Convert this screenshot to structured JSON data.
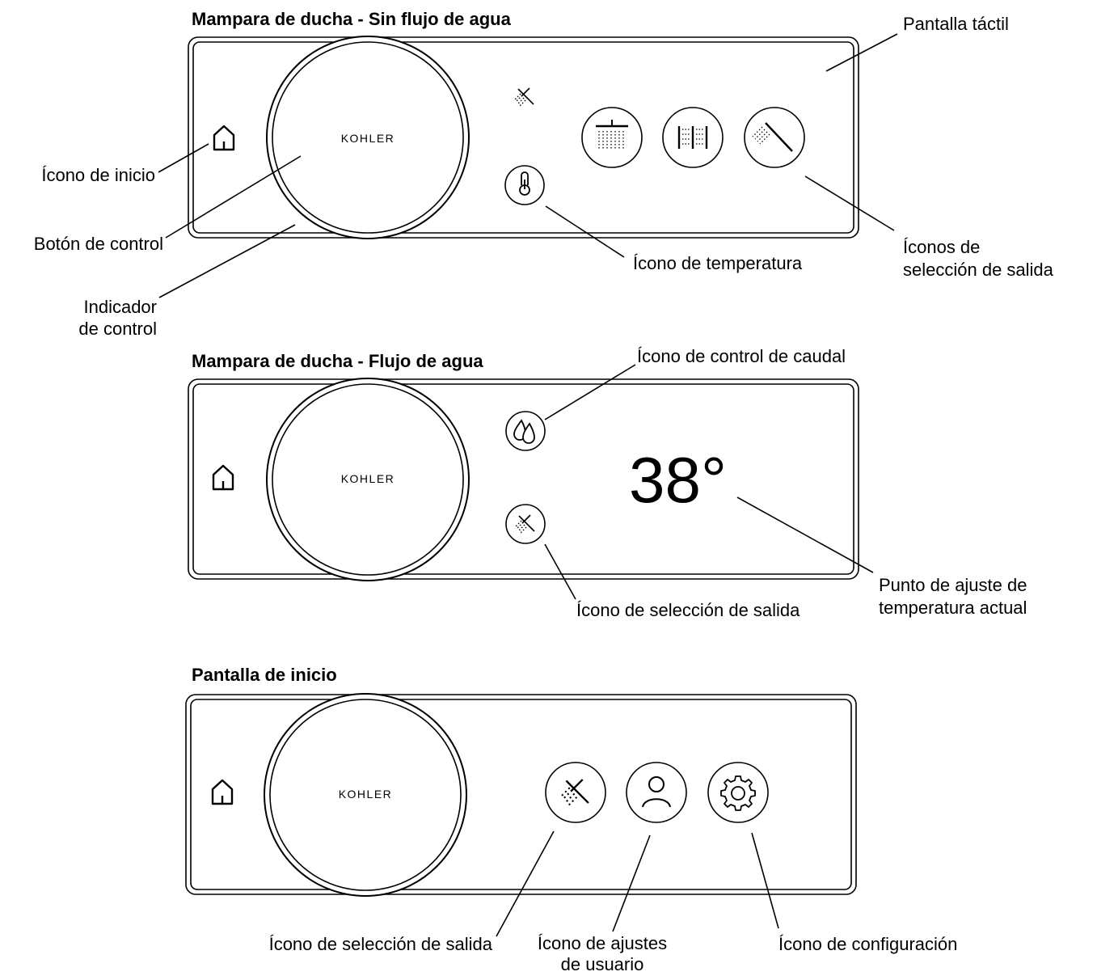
{
  "panels": {
    "no_flow": {
      "title": "Mampara de ducha - Sin flujo de agua",
      "brand": "KOHLER",
      "labels": {
        "touchscreen": "Pantalla táctil",
        "home_icon": "Ícono de inicio",
        "control_button": "Botón de control",
        "control_indicator_1": "Indicador",
        "control_indicator_2": "de control",
        "temperature_icon": "Ícono de temperatura",
        "outlet_icons_1": "Íconos de",
        "outlet_icons_2": "selección de salida"
      },
      "icons": [
        "home-icon",
        "outlet-status-icon",
        "thermometer-icon",
        "rain-showerhead-icon",
        "body-spray-icon",
        "handshower-icon"
      ]
    },
    "water_flow": {
      "title": "Mampara de ducha - Flujo de agua",
      "brand": "KOHLER",
      "temperature": "38°",
      "labels": {
        "flow_control_icon": "Ícono de control de caudal",
        "outlet_select_icon": "Ícono de selección de salida",
        "setpoint_1": "Punto de ajuste de",
        "setpoint_2": "temperatura actual"
      },
      "icons": [
        "home-icon",
        "water-drops-icon",
        "outlet-select-icon"
      ]
    },
    "home_screen": {
      "title": "Pantalla de inicio",
      "brand": "KOHLER",
      "labels": {
        "outlet_select_icon": "Ícono de selección de salida",
        "user_settings_1": "Ícono de ajustes",
        "user_settings_2": "de usuario",
        "config_icon": "Ícono de configuración"
      },
      "icons": [
        "home-icon",
        "outlet-select-icon",
        "user-icon",
        "gear-icon"
      ]
    }
  },
  "colors": {
    "line": "#000000",
    "background": "#ffffff"
  }
}
